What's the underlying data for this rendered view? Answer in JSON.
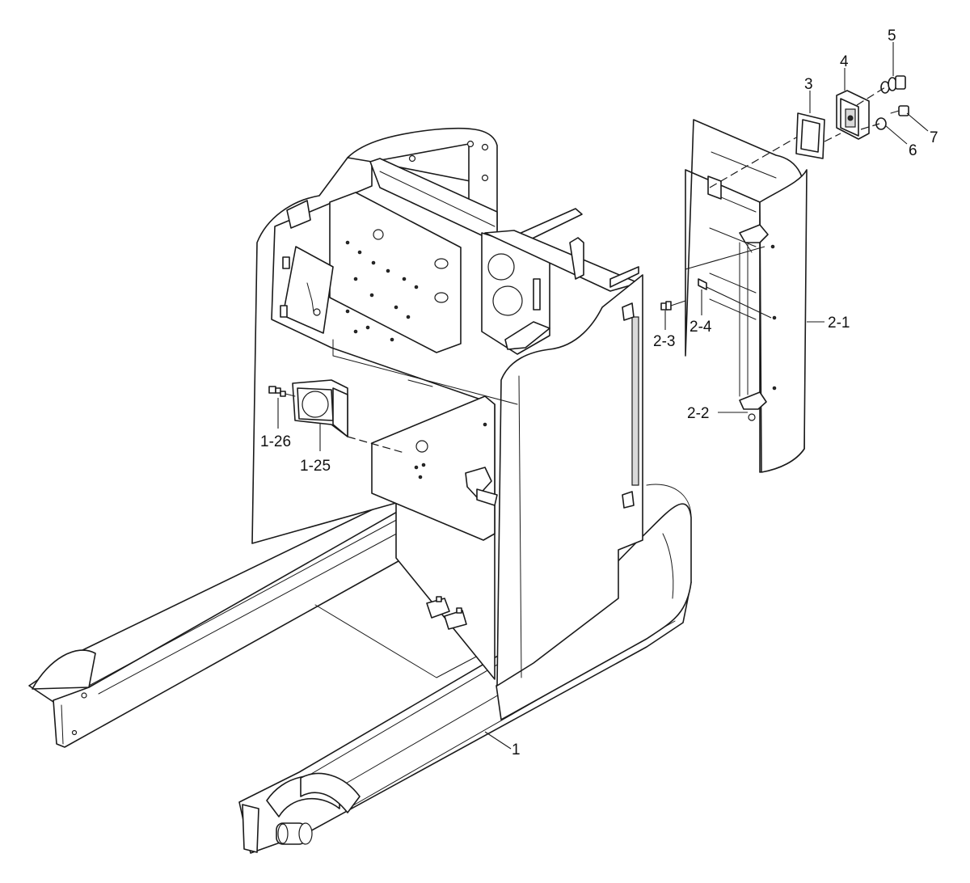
{
  "callouts": [
    {
      "id": "c5",
      "text": "5"
    },
    {
      "id": "c4",
      "text": "4"
    },
    {
      "id": "c3",
      "text": "3"
    },
    {
      "id": "c7",
      "text": "7"
    },
    {
      "id": "c6",
      "text": "6"
    },
    {
      "id": "c2_1",
      "text": "2-1"
    },
    {
      "id": "c2_3",
      "text": "2-3"
    },
    {
      "id": "c2_4",
      "text": "2-4"
    },
    {
      "id": "c2_2",
      "text": "2-2"
    },
    {
      "id": "c1_26",
      "text": "1-26"
    },
    {
      "id": "c1_25",
      "text": "1-25"
    },
    {
      "id": "c1",
      "text": "1"
    }
  ]
}
